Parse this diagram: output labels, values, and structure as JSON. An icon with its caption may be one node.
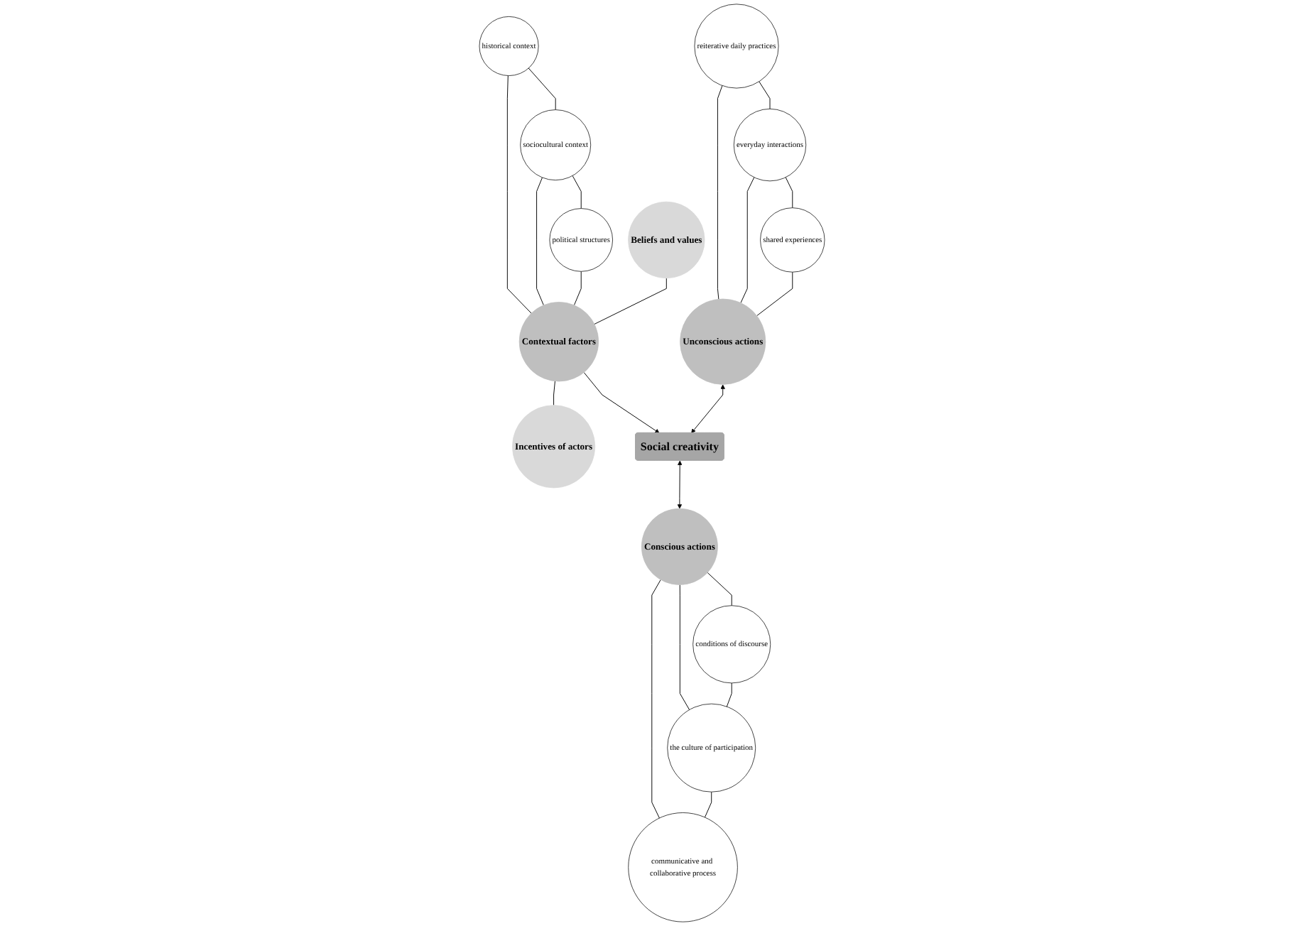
{
  "diagram": {
    "nodes": [
      {
        "text": [
          "historical context"
        ]
      },
      {
        "text": [
          "sociocultural context"
        ]
      },
      {
        "text": [
          "political structures"
        ]
      },
      {
        "text": [
          "Beliefs and values"
        ]
      },
      {
        "text": [
          "Contextual factors"
        ]
      },
      {
        "text": [
          "Incentives of actors"
        ]
      },
      {
        "text": [
          "reiterative daily practices"
        ]
      },
      {
        "text": [
          "conditions of discourse"
        ]
      },
      {
        "text": [
          "everyday interactions"
        ]
      },
      {
        "text": [
          "Unconscious actions"
        ]
      },
      {
        "text": [
          "Social creativity"
        ]
      },
      {
        "text": [
          "Conscious actions"
        ]
      },
      {
        "text": [
          "the culture of participation"
        ]
      },
      {
        "text": [
          "shared experiences"
        ]
      },
      {
        "text": [
          "communicative and collaborative process"
        ]
      }
    ],
    "edges": [
      {
        "from": 0,
        "to": 1,
        "arrow": "none"
      },
      {
        "from": 1,
        "to": 2,
        "arrow": "none"
      },
      {
        "from": 0,
        "to": 4,
        "arrow": "none"
      },
      {
        "from": 1,
        "to": 4,
        "arrow": "none"
      },
      {
        "from": 2,
        "to": 4,
        "arrow": "none"
      },
      {
        "from": 3,
        "to": 4,
        "arrow": "none"
      },
      {
        "from": 4,
        "to": 5,
        "arrow": "none"
      },
      {
        "from": 4,
        "to": 10,
        "arrow": "to"
      },
      {
        "from": 9,
        "to": 10,
        "arrow": "both"
      },
      {
        "from": 10,
        "to": 11,
        "arrow": "both"
      },
      {
        "from": 6,
        "to": 9,
        "arrow": "none"
      },
      {
        "from": 8,
        "to": 9,
        "arrow": "none"
      },
      {
        "from": 13,
        "to": 9,
        "arrow": "none"
      },
      {
        "from": 6,
        "to": 8,
        "arrow": "none"
      },
      {
        "from": 8,
        "to": 13,
        "arrow": "none"
      },
      {
        "from": 11,
        "to": 7,
        "arrow": "none"
      },
      {
        "from": 11,
        "to": 12,
        "arrow": "none"
      },
      {
        "from": 11,
        "to": 14,
        "arrow": "none"
      },
      {
        "from": 7,
        "to": 12,
        "arrow": "none"
      },
      {
        "from": 12,
        "to": 14,
        "arrow": "none"
      }
    ]
  }
}
